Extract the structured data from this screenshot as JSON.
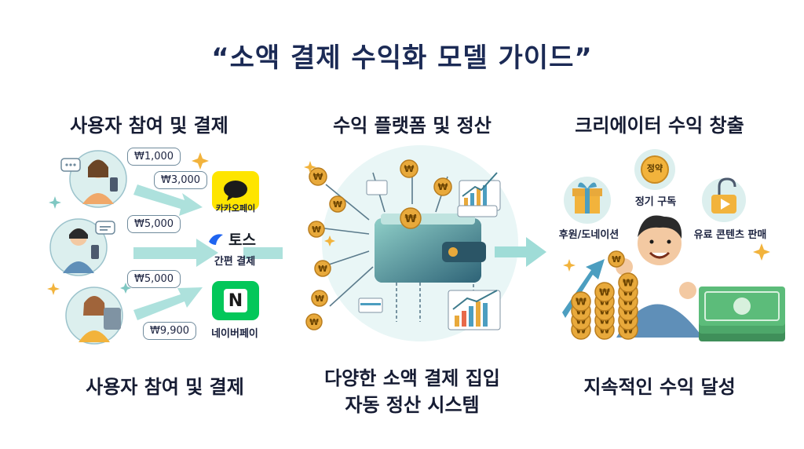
{
  "title": "“소액 결제 수익화 모델 가이드”",
  "sections": {
    "left": {
      "heading": "사용자 참여 및 결제",
      "footer": "사용자 참여 및 결제",
      "amounts": [
        "₩1,000",
        "₩3,000",
        "₩5,000",
        "₩5,000",
        "₩9,900"
      ],
      "payments": {
        "kakao": "카카오페이",
        "toss": "토스",
        "simple": "간편 결제",
        "naver": "네이버페이"
      }
    },
    "middle": {
      "heading": "수익 플랫폼 및 정산",
      "footer_line1": "다양한 소액 결제 집입",
      "footer_line2": "자동 정산 시스템"
    },
    "right": {
      "heading": "크리에이터 수익 창출",
      "footer": "지속적인 수익 달성",
      "items": {
        "subscription_badge": "정약",
        "subscription": "정기 구독",
        "donation": "후원/도네이션",
        "paid_content": "유료 콘텐츠 판매"
      }
    }
  },
  "coin_symbol": "₩",
  "naver_letter": "N",
  "colors": {
    "title": "#1b2a55",
    "kakao": "#fee500",
    "naver": "#03c75a",
    "toss": "#1f64f0",
    "coin": "#e8a93b",
    "arrow": "#8fd3cf",
    "wallet": "#3d7a8c"
  }
}
